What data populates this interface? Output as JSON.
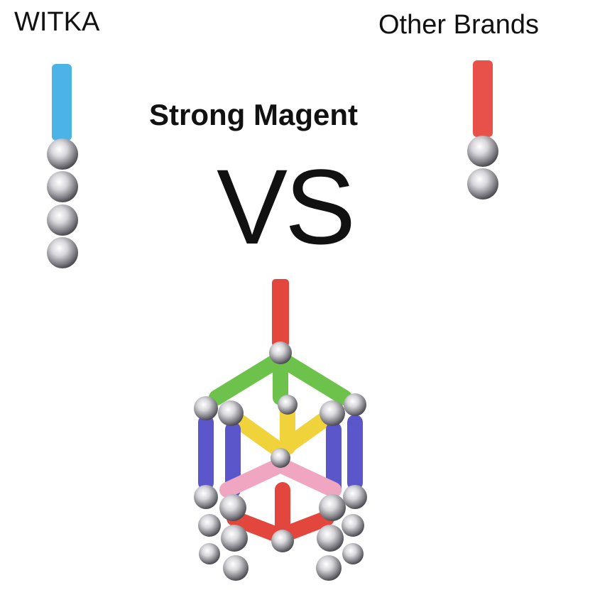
{
  "labels": {
    "left_brand": "WITKA",
    "right_brand": "Other Brands",
    "headline": "Strong Magent",
    "versus": "VS"
  },
  "comparison": {
    "left_balls_held": 4,
    "right_balls_held": 2
  },
  "colors": {
    "left_rod": "#4bb3e6",
    "right_rod": "#e8504a",
    "green": "#6cc24a",
    "yellow": "#f0d23a",
    "purple": "#5b56c9",
    "pink": "#f0a6c0",
    "red": "#e2463c",
    "steel": "#c8c8cc"
  }
}
